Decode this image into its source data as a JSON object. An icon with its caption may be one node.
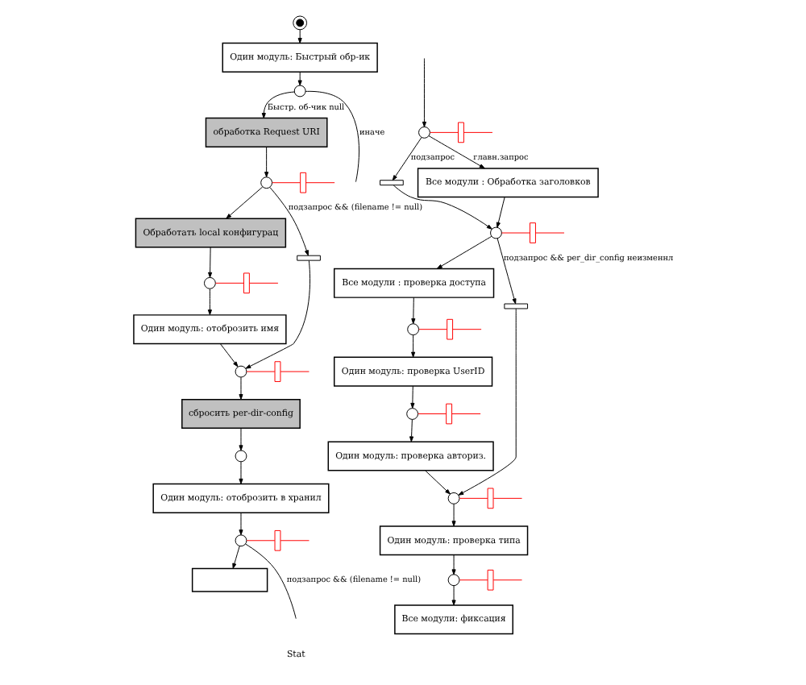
{
  "diagram": {
    "nodes": [
      {
        "text": [],
        "shape": "circle"
      },
      {
        "text": [
          "Один модуль: Быстрый обр-ик"
        ]
      },
      {
        "text": [],
        "shape": "circle"
      },
      {
        "text": [
          "обработка Request URI"
        ]
      },
      {
        "text": [],
        "shape": "circle"
      },
      {
        "text": [],
        "shape": "bar"
      },
      {
        "text": [
          "Обработать local конфигурац"
        ]
      },
      {
        "text": [],
        "shape": "bar"
      },
      {
        "text": [],
        "shape": "circle"
      },
      {
        "text": [],
        "shape": "bar"
      },
      {
        "text": [
          "Один модуль: отоброзить имя"
        ]
      },
      {
        "text": [],
        "shape": "circle"
      },
      {
        "text": [],
        "shape": "bar"
      },
      {
        "text": [
          "сбросить per-dir-config"
        ]
      },
      {
        "text": [],
        "shape": "circle"
      },
      {
        "text": [
          "Один модуль: отоброзить в хранил"
        ]
      },
      {
        "text": [],
        "shape": "circle"
      },
      {
        "text": [],
        "shape": "bar"
      },
      {
        "text": [],
        "shape": "box"
      },
      {
        "text": [],
        "shape": "circle"
      },
      {
        "text": [],
        "shape": "bar"
      },
      {
        "text": [],
        "shape": "bar"
      },
      {
        "text": [
          "Все модули : Обработка заголовков"
        ]
      },
      {
        "text": [],
        "shape": "circle"
      },
      {
        "text": [],
        "shape": "bar"
      },
      {
        "text": [
          "Все модули : проверка доступа"
        ]
      },
      {
        "text": [],
        "shape": "circle"
      },
      {
        "text": [],
        "shape": "bar"
      },
      {
        "text": [],
        "shape": "bar"
      },
      {
        "text": [
          "Один модуль: проверка UserID"
        ]
      },
      {
        "text": [],
        "shape": "circle"
      },
      {
        "text": [],
        "shape": "bar"
      },
      {
        "text": [
          "Один модуль: проверка авториз."
        ]
      },
      {
        "text": [],
        "shape": "circle"
      },
      {
        "text": [],
        "shape": "bar"
      },
      {
        "text": [
          "Один модуль: проверка типа"
        ]
      },
      {
        "text": [],
        "shape": "circle"
      },
      {
        "text": [],
        "shape": "bar"
      },
      {
        "text": [
          "Все модули: фиксация"
        ]
      }
    ],
    "edges": [
      {
        "from": 0,
        "to": 1,
        "arrow": "to"
      },
      {
        "from": 1,
        "to": 2,
        "arrow": "to"
      },
      {
        "from": 2,
        "to": 3,
        "arrow": "to",
        "label": "Быстр. об-чик null"
      },
      {
        "from": 2,
        "to": null,
        "arrow": "none",
        "label": "иначе"
      },
      {
        "from": 3,
        "to": 4,
        "arrow": "to"
      },
      {
        "from": 4,
        "to": 5,
        "arrow": "none",
        "color": "#ff0000"
      },
      {
        "from": 5,
        "to": null,
        "arrow": "none",
        "color": "#ff0000"
      },
      {
        "from": 4,
        "to": 6,
        "arrow": "to"
      },
      {
        "from": 4,
        "to": 7,
        "arrow": "to",
        "label": "подзапрос && (filename != null)"
      },
      {
        "from": 6,
        "to": 8,
        "arrow": "to"
      },
      {
        "from": 8,
        "to": 9,
        "arrow": "none",
        "color": "#ff0000"
      },
      {
        "from": 9,
        "to": null,
        "arrow": "none",
        "color": "#ff0000"
      },
      {
        "from": 8,
        "to": 10,
        "arrow": "to"
      },
      {
        "from": 10,
        "to": 11,
        "arrow": "to"
      },
      {
        "from": 7,
        "to": 11,
        "arrow": "to"
      },
      {
        "from": 11,
        "to": 12,
        "arrow": "none",
        "color": "#ff0000"
      },
      {
        "from": 12,
        "to": null,
        "arrow": "none",
        "color": "#ff0000"
      },
      {
        "from": 11,
        "to": 13,
        "arrow": "to"
      },
      {
        "from": 13,
        "to": 14,
        "arrow": "to"
      },
      {
        "from": 14,
        "to": 15,
        "arrow": "to"
      },
      {
        "from": 15,
        "to": 16,
        "arrow": "to"
      },
      {
        "from": 16,
        "to": 17,
        "arrow": "none",
        "color": "#ff0000"
      },
      {
        "from": 17,
        "to": null,
        "arrow": "none",
        "color": "#ff0000"
      },
      {
        "from": 16,
        "to": 18,
        "arrow": "to"
      },
      {
        "from": 16,
        "to": null,
        "arrow": "none",
        "label": "подзапрос && (filename != null)"
      },
      {
        "from": null,
        "to": 19,
        "arrow": "to"
      },
      {
        "from": 19,
        "to": 20,
        "arrow": "none",
        "color": "#ff0000"
      },
      {
        "from": 20,
        "to": null,
        "arrow": "none",
        "color": "#ff0000"
      },
      {
        "from": 19,
        "to": 21,
        "arrow": "to",
        "label": "подзапрос"
      },
      {
        "from": 19,
        "to": 22,
        "arrow": "to",
        "label": "главн.запрос"
      },
      {
        "from": 22,
        "to": 23,
        "arrow": "to"
      },
      {
        "from": 21,
        "to": 23,
        "arrow": "to"
      },
      {
        "from": 23,
        "to": 24,
        "arrow": "none",
        "color": "#ff0000"
      },
      {
        "from": 24,
        "to": null,
        "arrow": "none",
        "color": "#ff0000"
      },
      {
        "from": 23,
        "to": 25,
        "arrow": "to"
      },
      {
        "from": 23,
        "to": 28,
        "arrow": "to",
        "label": "подзапрос && per_dir_config неизменнл"
      },
      {
        "from": 25,
        "to": 26,
        "arrow": "to"
      },
      {
        "from": 26,
        "to": 27,
        "arrow": "none",
        "color": "#ff0000"
      },
      {
        "from": 27,
        "to": null,
        "arrow": "none",
        "color": "#ff0000"
      },
      {
        "from": 26,
        "to": 29,
        "arrow": "to"
      },
      {
        "from": 29,
        "to": 30,
        "arrow": "to"
      },
      {
        "from": 30,
        "to": 31,
        "arrow": "none",
        "color": "#ff0000"
      },
      {
        "from": 31,
        "to": null,
        "arrow": "none",
        "color": "#ff0000"
      },
      {
        "from": 30,
        "to": 32,
        "arrow": "to"
      },
      {
        "from": 32,
        "to": 33,
        "arrow": "to"
      },
      {
        "from": 28,
        "to": 33,
        "arrow": "to"
      },
      {
        "from": 33,
        "to": 34,
        "arrow": "none",
        "color": "#ff0000"
      },
      {
        "from": 34,
        "to": null,
        "arrow": "none",
        "color": "#ff0000"
      },
      {
        "from": 33,
        "to": 35,
        "arrow": "to"
      },
      {
        "from": 35,
        "to": 36,
        "arrow": "to"
      },
      {
        "from": 36,
        "to": 37,
        "arrow": "none",
        "color": "#ff0000"
      },
      {
        "from": 37,
        "to": null,
        "arrow": "none",
        "color": "#ff0000"
      },
      {
        "from": 36,
        "to": 38,
        "arrow": "to"
      }
    ],
    "labels": [
      "Stat"
    ]
  }
}
